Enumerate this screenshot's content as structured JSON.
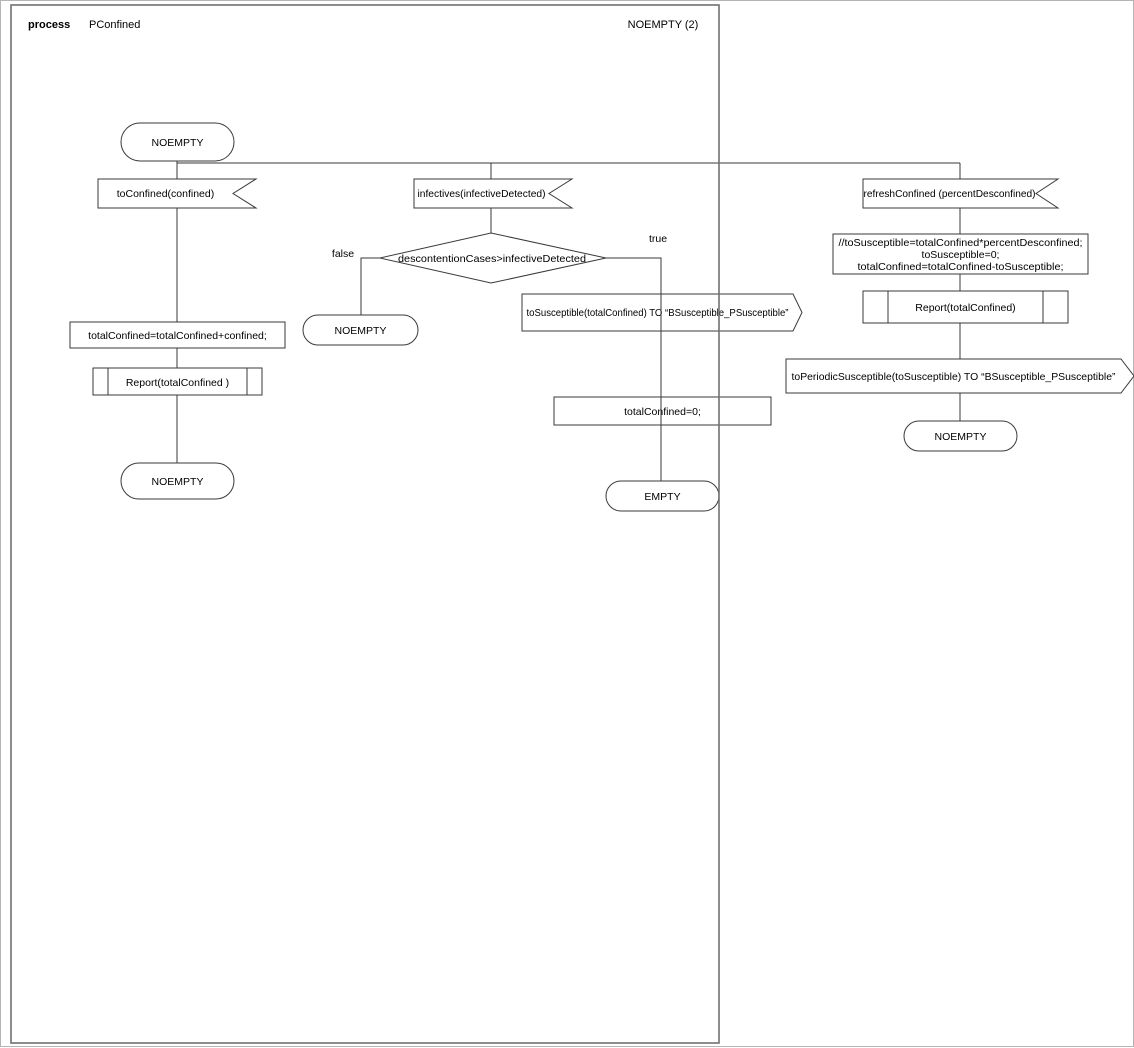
{
  "header": {
    "kind_label": "process",
    "process_name": "PConfined",
    "state_ref": "NOEMPTY (2)"
  },
  "colors": {
    "line": "#3a3a3a",
    "frame_border": "#717171",
    "symbol_fill": "#ffffff",
    "text": "#000000"
  },
  "nodes": {
    "state_top": "NOEMPTY",
    "input_toConfined": "toConfined(confined)",
    "task_left": "totalConfined=totalConfined+confined;",
    "proc_left": "Report(totalConfined )",
    "state_left_bottom": "NOEMPTY",
    "input_infectives": "infectives(infectiveDetected)",
    "decision": "descontentionCases>infectiveDetected",
    "label_false": "false",
    "label_true": "true",
    "state_false": "NOEMPTY",
    "output_toSusceptible": "toSusceptible(totalConfined) TO “BSusceptible_PSusceptible”",
    "task_mid": "totalConfined=0;",
    "state_empty": "EMPTY",
    "input_refreshConfined": "refreshConfined (percentDesconfined)",
    "task_right_line1": "//toSusceptible=totalConfined*percentDesconfined;",
    "task_right_line2": "toSusceptible=0;",
    "task_right_line3": "totalConfined=totalConfined-toSusceptible;",
    "proc_right": "Report(totalConfined)",
    "output_toPeriodicSusceptible": "toPeriodicSusceptible(toSusceptible) TO “BSusceptible_PSusceptible”",
    "state_right_bottom": "NOEMPTY"
  }
}
